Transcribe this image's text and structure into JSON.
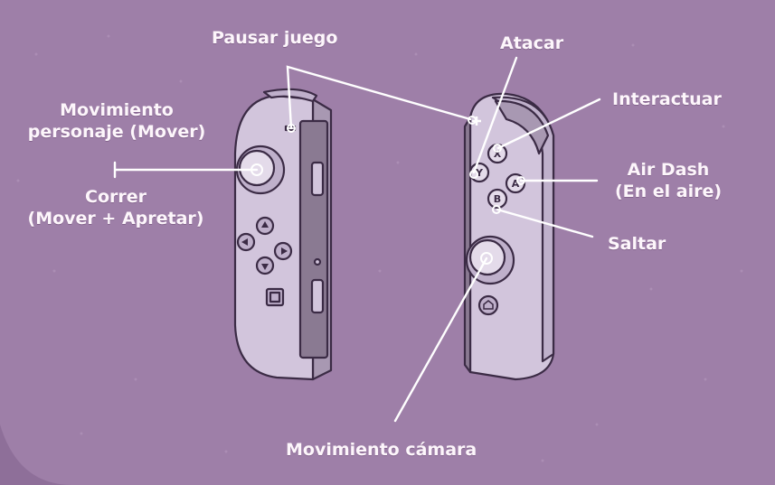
{
  "labels": {
    "pause": "Pausar juego",
    "move_line1": "Movimiento",
    "move_line2": "personaje (Mover)",
    "run_line1": "Correr",
    "run_line2": "(Mover + Apretar)",
    "attack": "Atacar",
    "interact": "Interactuar",
    "airdash_line1": "Air Dash",
    "airdash_line2": "(En el aire)",
    "jump": "Saltar",
    "camera": "Movimiento cámara"
  },
  "buttons": {
    "x": "X",
    "y": "Y",
    "a": "A",
    "b": "B"
  },
  "colors": {
    "background": "#9e7fa8",
    "controller_body": "#d2c5dc",
    "outline": "#3b2b45",
    "rail": "#8a7a92",
    "leader_line": "#ffffff"
  }
}
